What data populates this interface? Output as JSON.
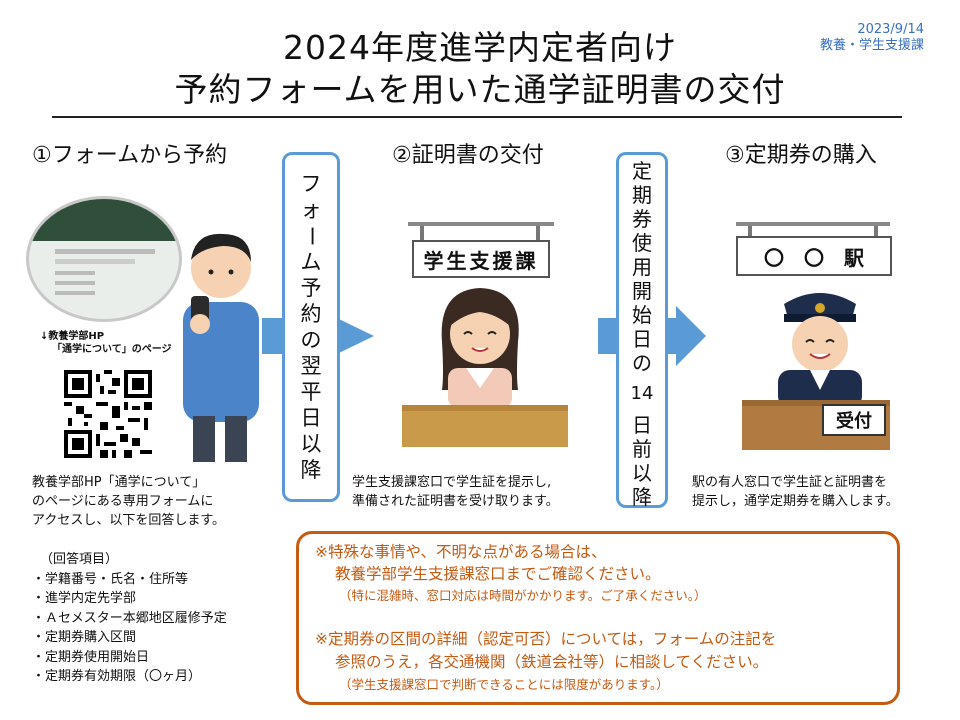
{
  "header": {
    "title_line1": "2024年度進学内定者向け",
    "title_line2": "予約フォームを用いた通学証明書の交付",
    "date": "2023/9/14",
    "dept": "教養・学生支援課"
  },
  "steps": [
    {
      "label": "①フォームから予約",
      "desc": [
        "教養学部HP「通学について」",
        "のページにある専用フォームに",
        "アクセスし、以下を回答します。"
      ]
    },
    {
      "label": "②証明書の交付",
      "desc": [
        "学生支援課窓口で学生証を提示し,",
        "準備された証明書を受け取ります。"
      ]
    },
    {
      "label": "③定期券の購入",
      "desc": [
        "駅の有人窓口で学生証と証明書を",
        "提示し，通学定期券を購入します。"
      ]
    }
  ],
  "arrow1": {
    "chars": [
      "フ",
      "ォ",
      "ー",
      "ム",
      "予",
      "約",
      "の",
      "翌",
      "平",
      "日",
      "以",
      "降"
    ]
  },
  "arrow2": {
    "chars": [
      "定",
      "期",
      "券",
      "使",
      "用",
      "開",
      "始",
      "日",
      "の",
      "14",
      "日",
      "前",
      "以",
      "降"
    ]
  },
  "qr": {
    "caption_line1": "↓教養学部HP",
    "caption_line2": "「通学について」のページ"
  },
  "signs": {
    "office": "学生支援課",
    "station": "〇　〇　駅",
    "reception": "受付"
  },
  "answer_items": {
    "heading": "（回答項目）",
    "items": [
      "・学籍番号・氏名・住所等",
      "・進学内定先学部",
      "・Ａセメスター本郷地区履修予定",
      "・定期券購入区間",
      "・定期券使用開始日",
      "・定期券有効期限（〇ヶ月）"
    ]
  },
  "notes": {
    "n1_line1": "※特殊な事情や、不明な点がある場合は、",
    "n1_line2": "教養学部学生支援課窓口までご確認ください。",
    "n1_sub": "（特に混雑時、窓口対応は時間がかかります。ご了承ください。）",
    "n2_line1": "※定期券の区間の詳細（認定可否）については，フォームの注記を",
    "n2_line2": "参照のうえ，各交通機関（鉄道会社等）に相談してください。",
    "n2_sub": "（学生支援課窓口で判断できることには限度があります。）"
  },
  "colors": {
    "accent_blue": "#5b9bd5",
    "note_orange": "#c55a11"
  }
}
